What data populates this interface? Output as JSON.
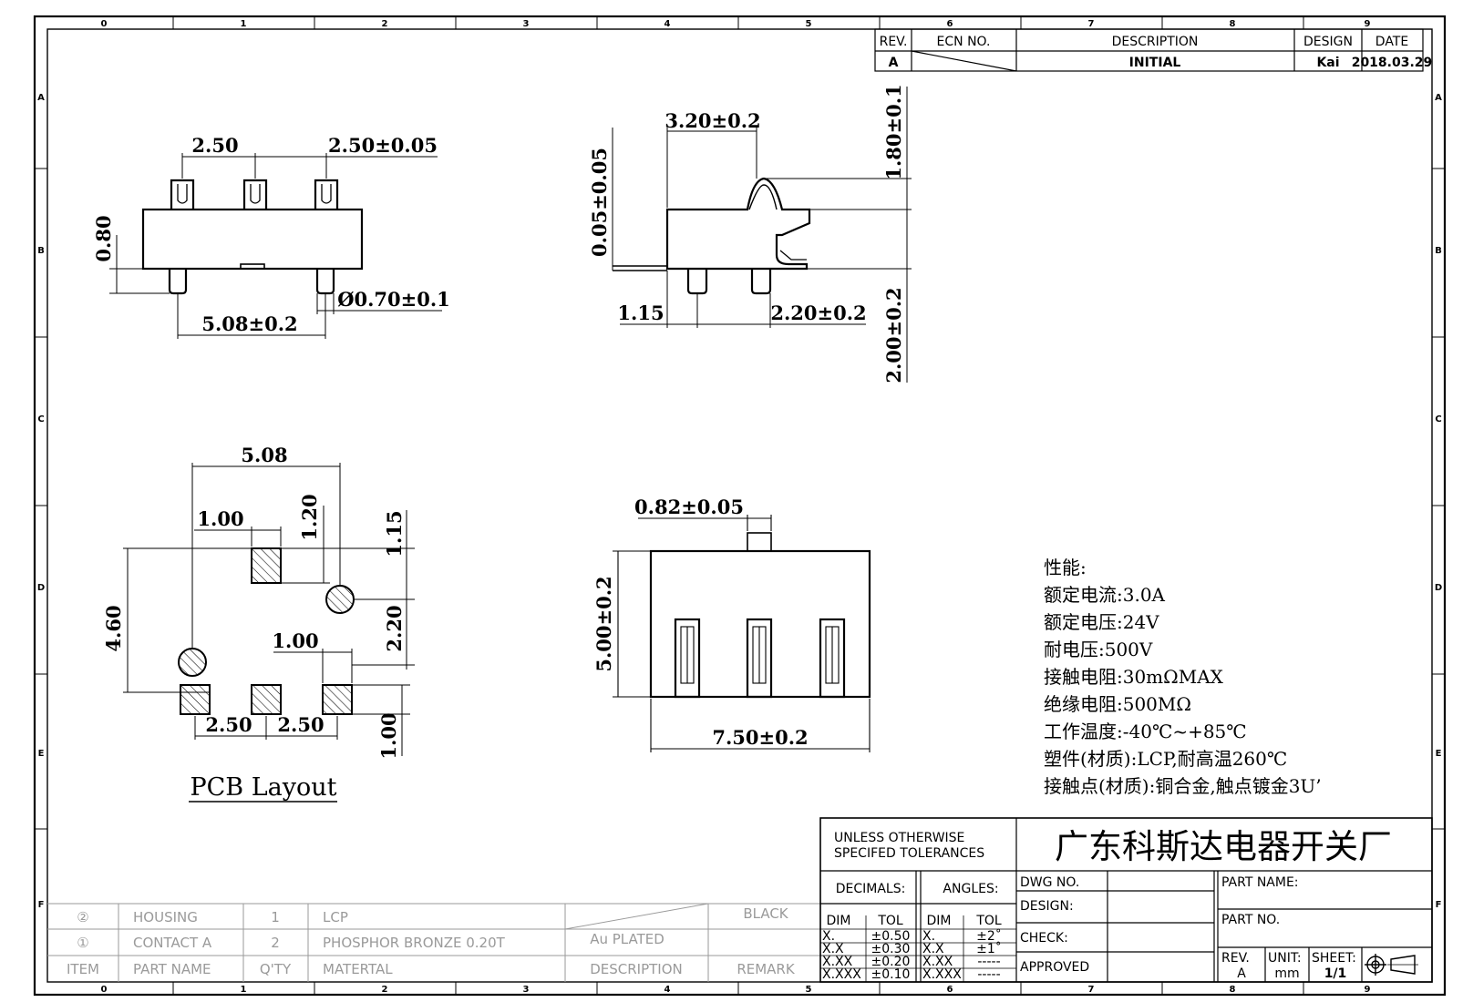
{
  "revision_block": {
    "headers": {
      "rev": "REV.",
      "ecn": "ECN NO.",
      "description": "DESCRIPTION",
      "design": "DESIGN",
      "date": "DATE"
    },
    "row": {
      "rev": "A",
      "description": "INITIAL",
      "design": "Kai",
      "date": "2018.03.29"
    }
  },
  "zones": {
    "columns": [
      "0",
      "1",
      "2",
      "3",
      "4",
      "5",
      "6",
      "7",
      "8",
      "9"
    ],
    "rows": [
      "A",
      "B",
      "C",
      "D",
      "E",
      "F"
    ]
  },
  "front_view": {
    "pitch_left": "2.50",
    "pitch_right": "2.50±0.05",
    "height": "0.80",
    "pin_dia": "Ø0.70±0.1",
    "pin_span": "5.08±0.2"
  },
  "side_view": {
    "actuator": "3.20±0.2",
    "offset": "0.05±0.05",
    "actuator_h": "1.80±0.1",
    "body_h": "2.00±0.2",
    "lead": "1.15",
    "pin_gap": "2.20±0.2"
  },
  "pcb_layout": {
    "title": "PCB Layout",
    "d1": "5.08",
    "d2": "1.00",
    "d3": "1.20",
    "d4": "1.15",
    "d5": "4.60",
    "d6": "2.20",
    "d7": "1.00",
    "d8": "2.50",
    "d9": "2.50",
    "d10": "1.00"
  },
  "top_view": {
    "width_actuator": "0.82±0.05",
    "height": "5.00±0.2",
    "width": "7.50±0.2"
  },
  "specs": {
    "heading": "性能:",
    "lines": [
      "额定电流:3.0A",
      "额定电压:24V",
      "耐电压:500V",
      "接触电阻:30mΩMAX",
      "绝缘电阻:500MΩ",
      "工作温度:-40℃~+85℃",
      "塑件(材质):LCP,耐高温260℃",
      "接触点(材质):铜合金,触点镀金3U’"
    ]
  },
  "bom": {
    "rows": [
      {
        "item": "②",
        "part": "HOUSING",
        "qty": "1",
        "material": "LCP",
        "description": "",
        "remark": "BLACK"
      },
      {
        "item": "①",
        "part": "CONTACT A",
        "qty": "2",
        "material": "PHOSPHOR BRONZE 0.20T",
        "description": "Au PLATED",
        "remark": ""
      }
    ],
    "header": {
      "item": "ITEM",
      "part": "PART NAME",
      "qty": "Q'TY",
      "material": "MATERTAL",
      "description": "DESCRIPTION",
      "remark": "REMARK"
    }
  },
  "title_block": {
    "tolerance_note_1": "UNLESS OTHERWISE",
    "tolerance_note_2": "SPECIFED TOLERANCES",
    "company": "广东科斯达电器开关厂",
    "decimals": "DECIMALS:",
    "angles": "ANGLES:",
    "dim": "DIM",
    "tol": "TOL",
    "decimal_rows": [
      {
        "dim": "X.",
        "tol": "±0.50"
      },
      {
        "dim": "X.X",
        "tol": "±0.30"
      },
      {
        "dim": "X.XX",
        "tol": "±0.20"
      },
      {
        "dim": "X.XXX",
        "tol": "±0.10"
      }
    ],
    "angle_rows": [
      {
        "dim": "X.",
        "tol": "±2˚"
      },
      {
        "dim": "X.X",
        "tol": "±1˚"
      },
      {
        "dim": "X.XX",
        "tol": "-----"
      },
      {
        "dim": "X.XXX",
        "tol": "-----"
      }
    ],
    "dwg_no": "DWG NO.",
    "design": "DESIGN:",
    "check": "CHECK:",
    "approved": "APPROVED",
    "part_name": "PART NAME:",
    "part_no": "PART NO.",
    "rev_label": "REV.",
    "rev_value": "A",
    "unit_label": "UNIT:",
    "unit_value": "mm",
    "sheet_label": "SHEET:",
    "sheet_value": "1/1"
  }
}
